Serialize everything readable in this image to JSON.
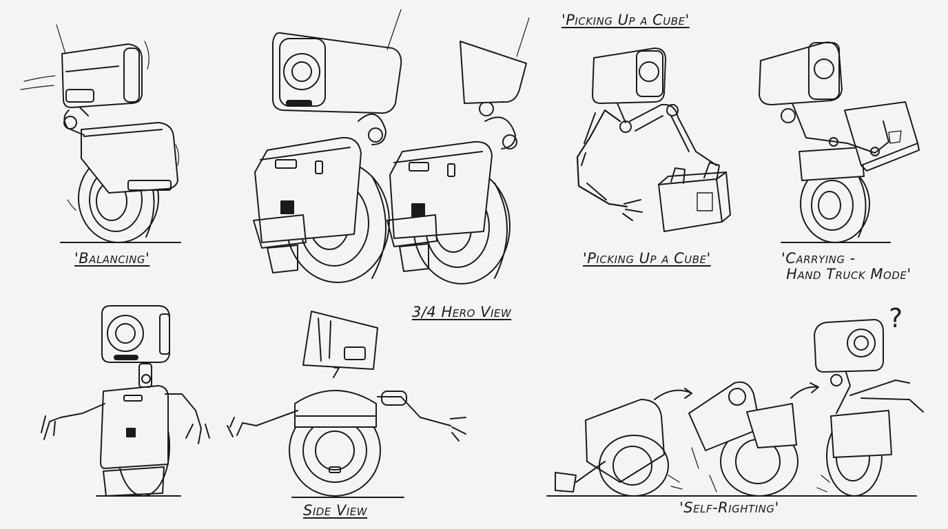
{
  "captions": {
    "picking_header": "'Picking Up a Cube'",
    "balancing": "'Balancing'",
    "picking": "'Picking Up a Cube'",
    "carrying": "'Carrying -\n Hand Truck Mode'",
    "hero": "3/4 Hero View",
    "side": "Side View",
    "self_righting": "'Self-Righting'"
  },
  "question_mark": "?",
  "colors": {
    "ink": "#1a1a1a",
    "paper": "#f4f4f2",
    "shade": "#d9d9d6"
  }
}
